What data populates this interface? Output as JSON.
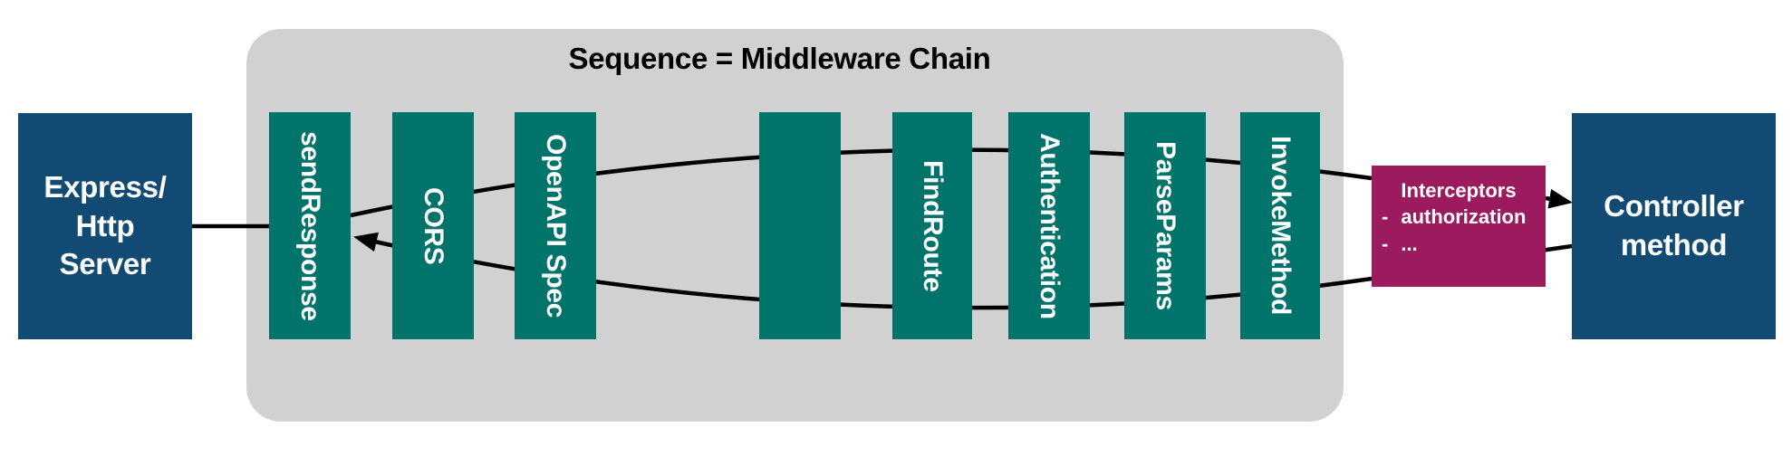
{
  "diagram": {
    "title": "Sequence = Middleware Chain",
    "express_node": {
      "lines": [
        "Express/",
        "Http",
        "Server"
      ]
    },
    "controller_node": {
      "lines": [
        "Controller",
        "method"
      ]
    },
    "chain": {
      "boxes": [
        {
          "label": "sendResponse"
        },
        {
          "label": "CORS"
        },
        {
          "label": "OpenAPI Spec"
        },
        {
          "label": ""
        },
        {
          "label": "FindRoute"
        },
        {
          "label": "Authentication"
        },
        {
          "label": "ParseParams"
        },
        {
          "label": "InvokeMethod"
        }
      ]
    },
    "interceptors": {
      "title": "Interceptors",
      "bullet": "-",
      "items": [
        "authorization",
        "..."
      ]
    },
    "colors": {
      "node_blue": "#114a73",
      "chain_teal": "#00746b",
      "interceptor_magenta": "#9c1b5f",
      "panel_gray": "#d1d1d1",
      "wire_black": "#000000"
    }
  }
}
